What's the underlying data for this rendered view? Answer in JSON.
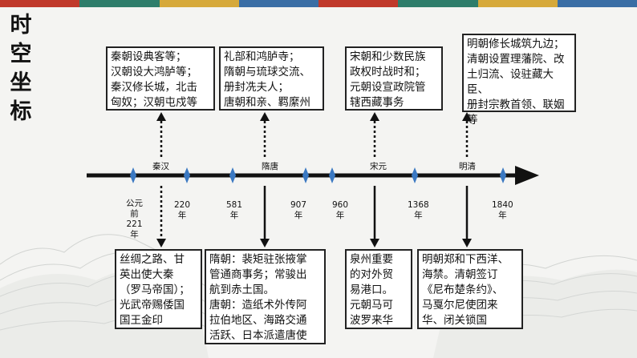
{
  "page": {
    "title_chars": [
      "时",
      "空",
      "坐",
      "标"
    ],
    "stripe_colors": [
      "#c0392b",
      "#2e7d6b",
      "#d6a93b",
      "#3a6ea5",
      "#c0392b",
      "#2e7d6b",
      "#d6a93b",
      "#3a6ea5"
    ]
  },
  "periods": [
    {
      "label": "秦汉"
    },
    {
      "label": "隋唐"
    },
    {
      "label": "宋元"
    },
    {
      "label": "明清"
    }
  ],
  "ticks": [
    {
      "label": "公元\n前\n221\n年"
    },
    {
      "label": "220\n年"
    },
    {
      "label": "581\n年"
    },
    {
      "label": "907\n年"
    },
    {
      "label": "960\n年"
    },
    {
      "label": "1368\n年"
    },
    {
      "label": "1840\n年"
    }
  ],
  "top_boxes": [
    {
      "text": "秦朝设典客等；\n汉朝设大鸿胪等；\n秦汉修长城，北击\n匈奴；汉朝屯戍等"
    },
    {
      "text": "礼部和鸿胪寺；\n隋朝与琉球交流、\n册封冼夫人；\n唐朝和亲、羁縻州"
    },
    {
      "text": "宋朝和少数民族\n政权时战时和；\n元朝设宣政院管\n辖西藏事务"
    },
    {
      "text": "明朝修长城筑九边；\n清朝设置理藩院、改\n土归流、设驻藏大臣、\n册封宗教首领、联姻\n等"
    }
  ],
  "bottom_boxes": [
    {
      "text": "丝绸之路、甘\n英出使大秦\n（罗马帝国）；\n光武帝赐倭国\n国王金印"
    },
    {
      "text": "隋朝：裴矩驻张掖掌\n管通商事务；常骏出\n航到赤土国。\n唐朝：造纸术外传阿\n拉伯地区、海路交通\n活跃、日本派遣唐使"
    },
    {
      "text": "泉州重要\n的对外贸\n易港口。\n元朝马可\n波罗来华"
    },
    {
      "text": "明朝郑和下西洋、\n海禁。清朝签订\n《尼布楚条约》、\n马戛尔尼使团来\n华、闭关锁国"
    }
  ]
}
